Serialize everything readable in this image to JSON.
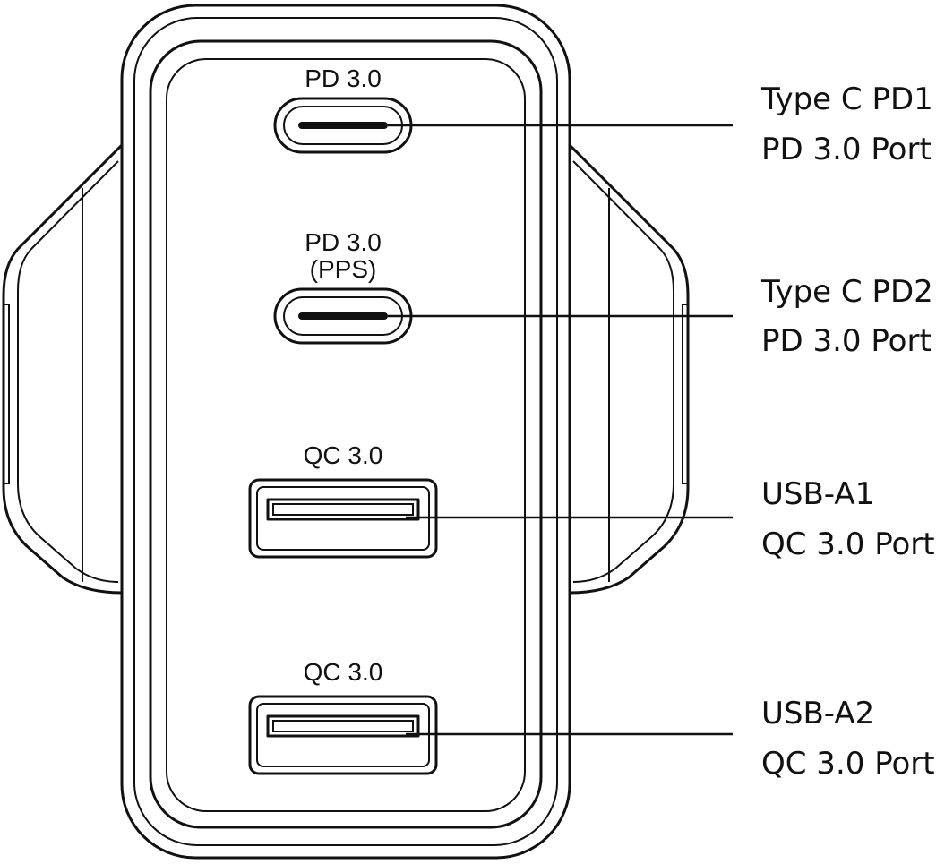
{
  "colors": {
    "line": "#111111",
    "background": "#ffffff"
  },
  "ports": [
    {
      "id": "type-c-pd1",
      "kind": "usb-c",
      "icon": "usb-c-port-icon",
      "top_label": [
        "PD 3.0"
      ],
      "callout": [
        "Type C PD1",
        "PD 3.0 Port"
      ]
    },
    {
      "id": "type-c-pd2",
      "kind": "usb-c",
      "icon": "usb-c-port-icon",
      "top_label": [
        "PD 3.0",
        "(PPS)"
      ],
      "callout": [
        "Type C PD2",
        "PD 3.0 Port"
      ]
    },
    {
      "id": "usb-a1",
      "kind": "usb-a",
      "icon": "usb-a-port-icon",
      "top_label": [
        "QC 3.0"
      ],
      "callout": [
        "USB-A1",
        "QC 3.0 Port"
      ]
    },
    {
      "id": "usb-a2",
      "kind": "usb-a",
      "icon": "usb-a-port-icon",
      "top_label": [
        "QC 3.0"
      ],
      "callout": [
        "USB-A2",
        "QC 3.0 Port"
      ]
    }
  ]
}
